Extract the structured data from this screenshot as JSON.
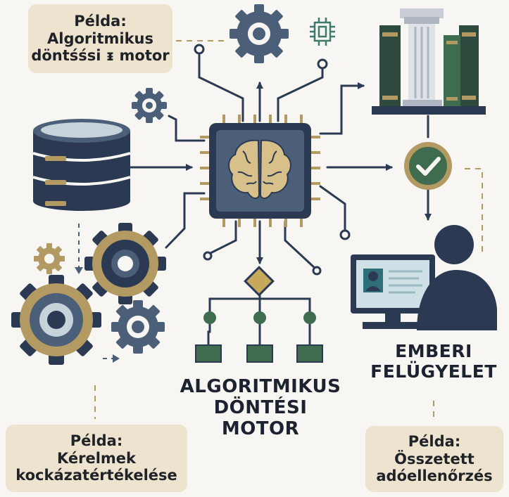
{
  "callouts": {
    "top_left": {
      "title": "Példa:",
      "line1": "Algoritmikus",
      "line2": "döntśśsi ᵻ motor"
    },
    "bottom_left": {
      "title": "Példa:",
      "line1": "Kérelmek",
      "line2": "kockázatértékelése"
    },
    "bottom_right": {
      "title": "Példa:",
      "line1": "Összetett",
      "line2": "adóellenőrzés"
    }
  },
  "labels": {
    "engine_line1": "ALGORITMIKUS",
    "engine_line2": "DÖNTÉSI MOTOR",
    "human_line1": "EMBERI",
    "human_line2": "FELÜGYELET"
  },
  "colors": {
    "navy": "#2b3a52",
    "steel": "#4c5f78",
    "gold": "#b39a62",
    "beige": "#eee3cf",
    "green": "#3f6b4e",
    "teal": "#2f6f78",
    "background": "#f7f6f2"
  },
  "icons": [
    "database-icon",
    "gear-icon",
    "processor-brain-icon",
    "library-building-icon",
    "checkmark-icon",
    "computer-user-icon",
    "decision-tree-icon",
    "microchip-icon"
  ]
}
